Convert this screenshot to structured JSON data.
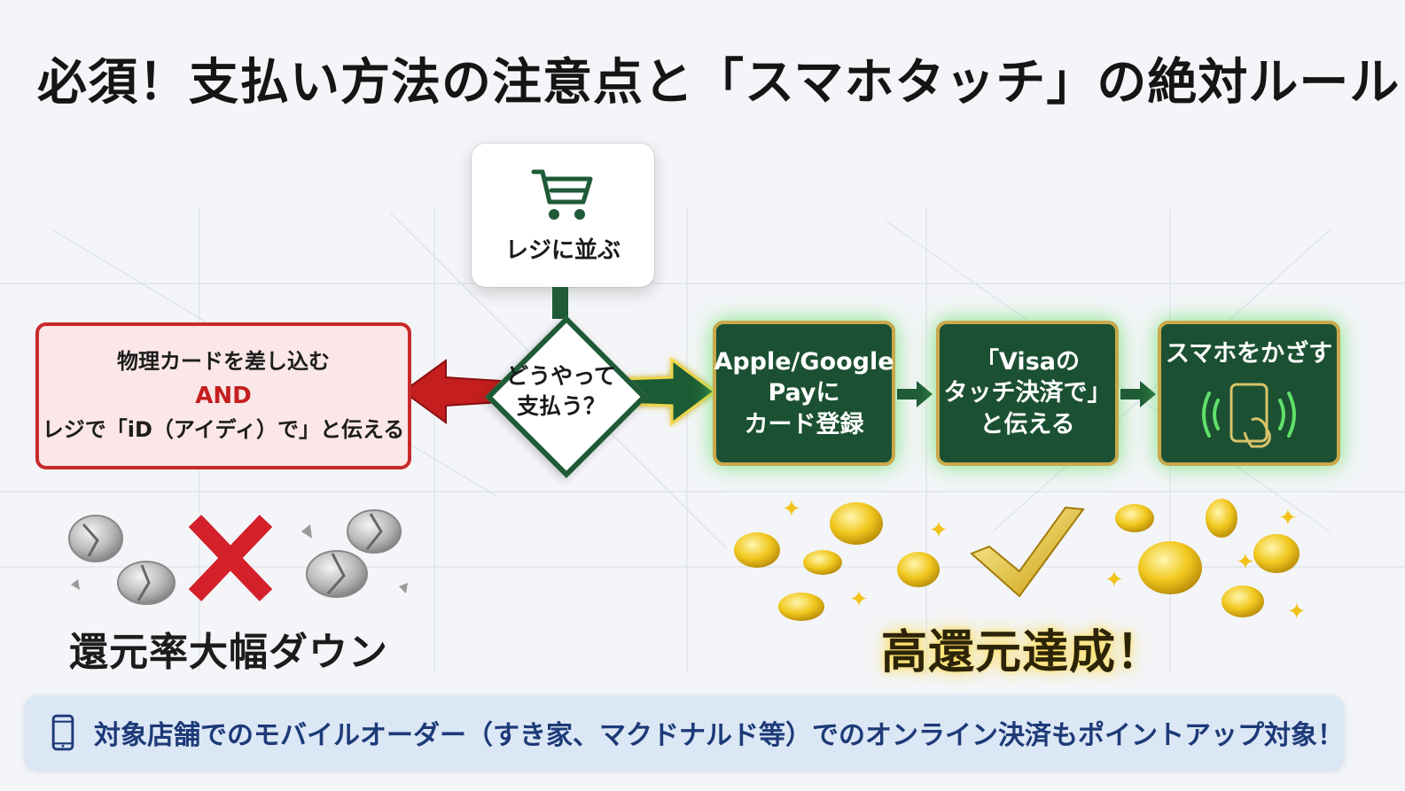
{
  "title": "必須！支払い方法の注意点と「スマホタッチ」の絶対ルール",
  "start": {
    "label": "レジに並ぶ",
    "icon": "shopping-cart-icon"
  },
  "decision": {
    "line1": "どうやって",
    "line2": "支払う？"
  },
  "bad_path": {
    "line1": "物理カードを差し込む",
    "connector": "AND",
    "line2": "レジで「iD（アイディ）で」と伝える",
    "result": "還元率大幅ダウン",
    "icon": "broken-coins-icon"
  },
  "good_path": {
    "steps": [
      {
        "lines": [
          "Apple/Google",
          "Payに",
          "カード登録"
        ]
      },
      {
        "lines": [
          "「Visaの",
          "タッチ決済で」",
          "と伝える"
        ]
      },
      {
        "lines": [
          "スマホをかざす"
        ],
        "icon": "phone-tap-icon"
      }
    ],
    "result": "高還元達成！",
    "icon": "gold-coins-icon"
  },
  "note": {
    "icon": "smartphone-icon",
    "text": "対象店舗でのモバイルオーダー（すき家、マクドナルド等）でのオンライン決済もポイントアップ対象！"
  },
  "colors": {
    "green": "#1c5032",
    "red": "#c92a2a",
    "gold": "#e8c23a",
    "note_text": "#1d3a78"
  }
}
